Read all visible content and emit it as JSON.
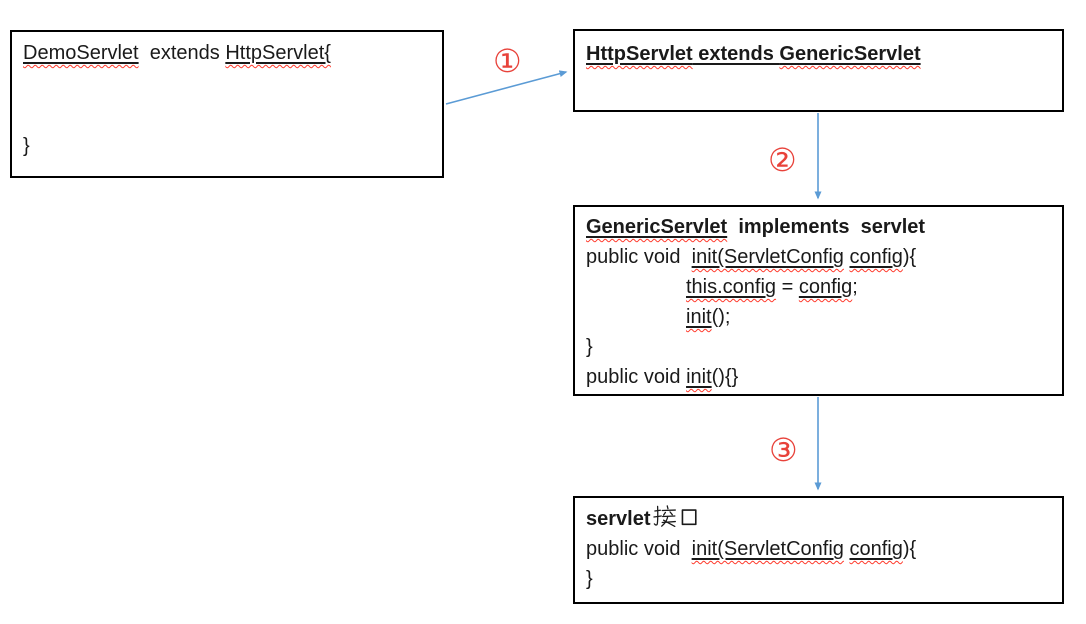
{
  "colors": {
    "background": "#ffffff",
    "text": "#1a1a1a",
    "border": "#000000",
    "arrow": "#5b9bd5",
    "badge_red": "#e8423a",
    "squiggle_red": "#ff392b"
  },
  "connectors": [
    {
      "label": "①"
    },
    {
      "label": "②"
    },
    {
      "label": "③"
    }
  ],
  "boxes": {
    "demo": {
      "lines": [
        {
          "segments": [
            {
              "t": "DemoServlet",
              "u": true,
              "sp": true
            },
            {
              "t": "  extends "
            },
            {
              "t": "HttpServlet{",
              "u": true,
              "sp": true
            }
          ]
        },
        {
          "segments": []
        },
        {
          "segments": []
        },
        {
          "segments": [
            {
              "t": "}"
            }
          ]
        }
      ]
    },
    "http": {
      "lines": [
        {
          "bold": true,
          "segments": [
            {
              "t": "HttpServlet",
              "u": true,
              "sp": true
            },
            {
              "t": " extends ",
              "u": true
            },
            {
              "t": "GenericServlet",
              "u": true,
              "sp": true
            }
          ]
        }
      ]
    },
    "generic": {
      "lines": [
        {
          "bold": true,
          "segments": [
            {
              "t": "GenericServlet",
              "u": true,
              "sp": true
            },
            {
              "t": "  implements  servlet"
            }
          ]
        },
        {
          "segments": [
            {
              "t": "public void  "
            },
            {
              "t": "init(ServletConfig",
              "u": true,
              "sp": true
            },
            {
              "t": " "
            },
            {
              "t": "config",
              "u": true,
              "sp": true
            },
            {
              "t": "){"
            }
          ]
        },
        {
          "indent": true,
          "segments": [
            {
              "t": "this.config",
              "u": true,
              "sp": true
            },
            {
              "t": " = "
            },
            {
              "t": "config",
              "u": true,
              "sp": true
            },
            {
              "t": ";"
            }
          ]
        },
        {
          "indent": true,
          "segments": [
            {
              "t": "init",
              "u": true,
              "sp": true
            },
            {
              "t": "();"
            }
          ]
        },
        {
          "segments": [
            {
              "t": "}"
            }
          ]
        },
        {
          "segments": [
            {
              "t": "public void "
            },
            {
              "t": "init",
              "u": true,
              "sp": true
            },
            {
              "t": "(){}"
            }
          ]
        }
      ]
    },
    "servlet": {
      "lines": [
        {
          "bold": true,
          "segments": [
            {
              "t": "servlet"
            },
            {
              "t": "接口",
              "glyph": "jiekou"
            }
          ]
        },
        {
          "segments": [
            {
              "t": "public void  "
            },
            {
              "t": "init(ServletConfig",
              "u": true,
              "sp": true
            },
            {
              "t": " "
            },
            {
              "t": "config",
              "u": true,
              "sp": true
            },
            {
              "t": "){"
            }
          ]
        },
        {
          "segments": [
            {
              "t": "}"
            }
          ]
        }
      ]
    }
  }
}
